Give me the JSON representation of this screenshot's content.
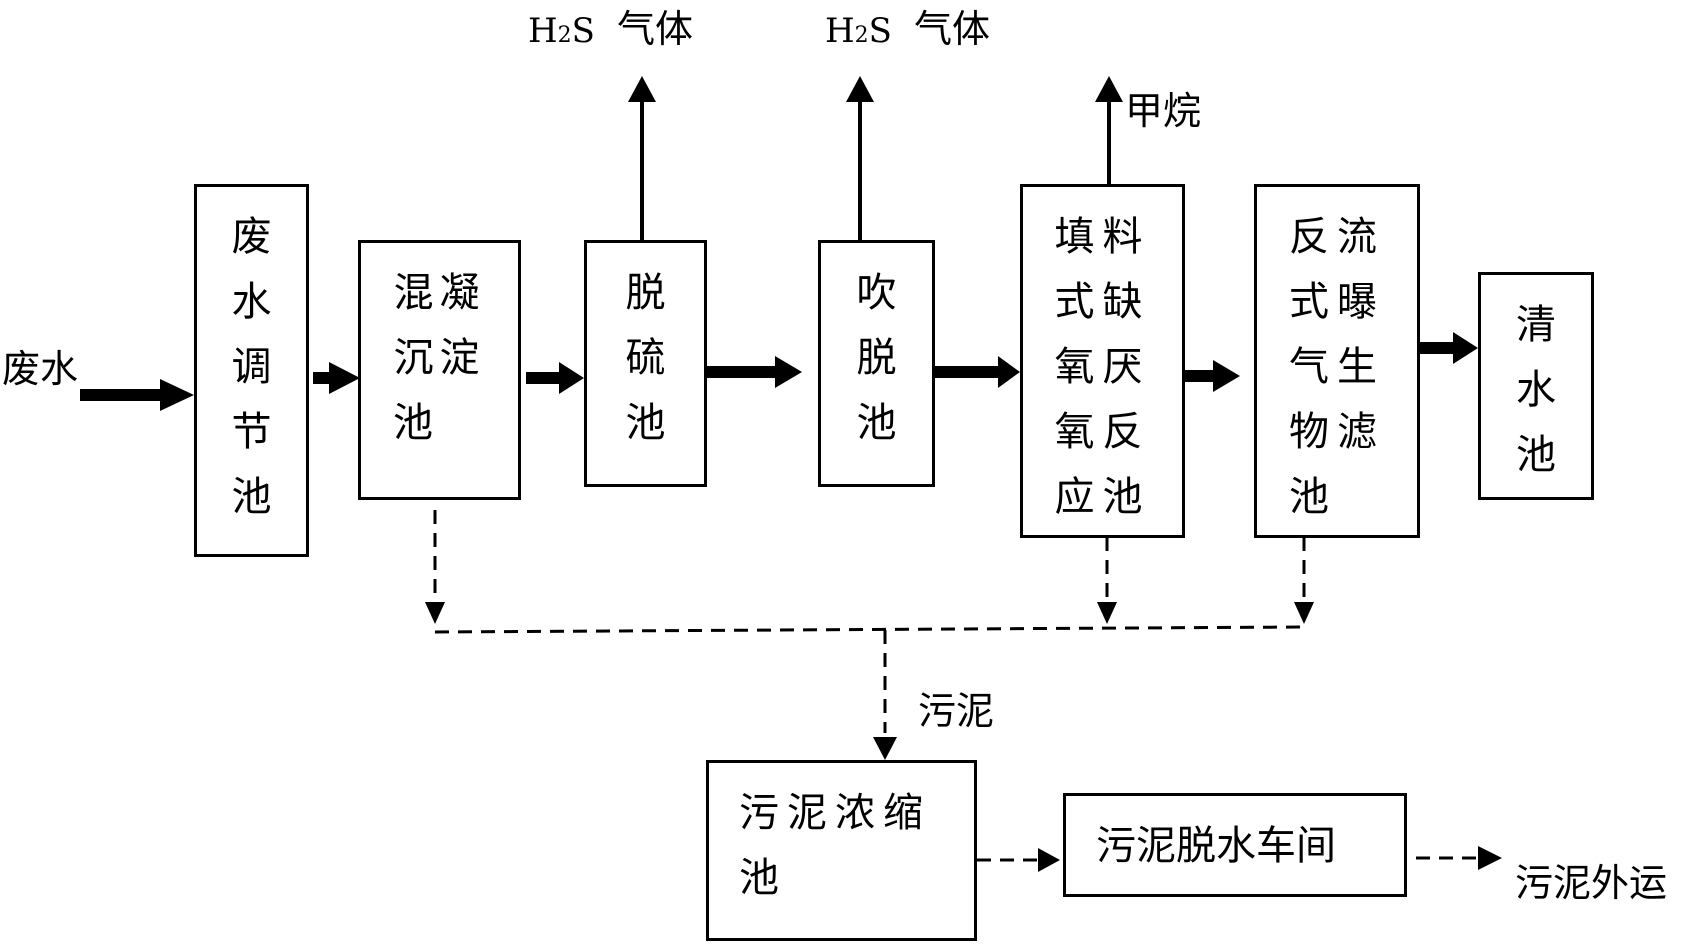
{
  "labels": {
    "input": "废水",
    "gas1": {
      "formula_a": "H",
      "formula_sub": "2",
      "formula_b": "S",
      "text": "气体"
    },
    "gas2": {
      "formula_a": "H",
      "formula_sub": "2",
      "formula_b": "S",
      "text": "气体"
    },
    "methane": "甲烷",
    "sludge": "污泥",
    "output": "污泥外运"
  },
  "units": {
    "regulating": [
      "废",
      "水",
      "调",
      "节",
      "池"
    ],
    "coagulation": [
      "混凝",
      "沉淀",
      "池"
    ],
    "desulfur": [
      "脱",
      "硫",
      "池"
    ],
    "stripping": [
      "吹",
      "脱",
      "池"
    ],
    "anaerobic": [
      "填料",
      "式缺",
      "氧厌",
      "氧反",
      "应池"
    ],
    "biofilter": [
      "反流",
      "式曝",
      "气生",
      "物滤",
      "池"
    ],
    "clearwater": [
      "清",
      "水",
      "池"
    ],
    "thickener": [
      "污泥浓缩",
      "池"
    ],
    "dewatering": "污泥脱水车间"
  }
}
